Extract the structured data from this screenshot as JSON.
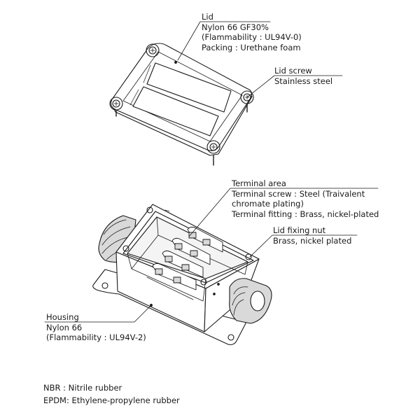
{
  "callouts": {
    "lid": {
      "title": "Lid",
      "lines": [
        "Nylon 66 GF30%",
        "(Flammability : UL94V-0)",
        "Packing : Urethane foam"
      ]
    },
    "lid_screw": {
      "title": "Lid screw",
      "lines": [
        "Stainless steel"
      ]
    },
    "terminal_area": {
      "title": "Terminal area",
      "lines": [
        "Terminal screw : Steel (Traivalent",
        "chromate plating)",
        "Terminal fitting : Brass, nickel-plated"
      ]
    },
    "lid_fixing_nut": {
      "title": "Lid fixing nut",
      "lines": [
        "Brass, nickel plated"
      ]
    },
    "housing": {
      "title": "Housing",
      "lines": [
        "Nylon 66",
        "(Flammability : UL94V-2)"
      ]
    }
  },
  "footnotes": [
    "NBR : Nitrile rubber",
    "EPDM: Ethylene-propylene rubber"
  ],
  "colors": {
    "line": "#1a1a1a",
    "fill": "#ffffff",
    "shade": "#d9d9d9"
  }
}
